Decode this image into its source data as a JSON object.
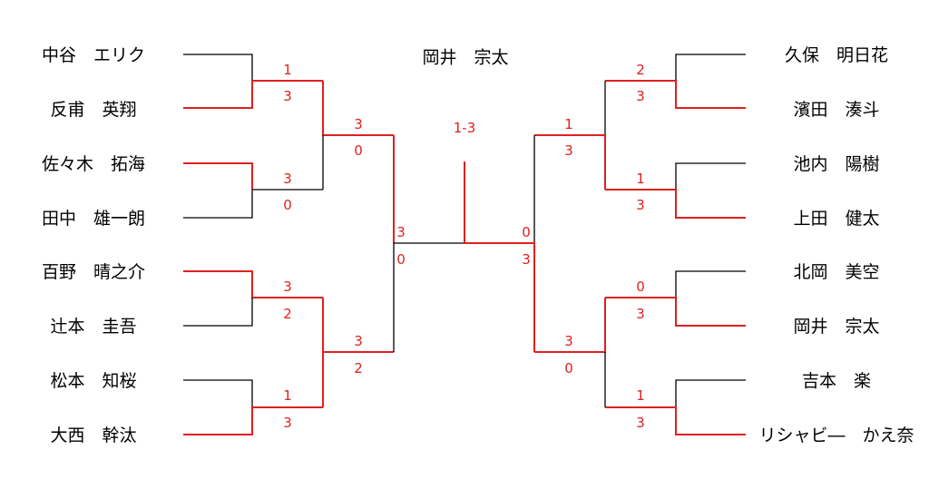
{
  "champion": "岡井　宗太",
  "final_score": "1-3",
  "players": {
    "left": [
      "中谷　エリク",
      "反甫　英翔",
      "佐々木　拓海",
      "田中　雄一朗",
      "百野　晴之介",
      "辻本　圭吾",
      "松本　知桜",
      "大西　幹汰"
    ],
    "right": [
      "久保　明日花",
      "濱田　湊斗",
      "池内　陽樹",
      "上田　健太",
      "北岡　美空",
      "岡井　宗太",
      "吉本　楽",
      "リシャビ―　かえ奈"
    ]
  },
  "scores": {
    "L_r1_1": [
      "1",
      "3"
    ],
    "L_r1_2": [
      "3",
      "0"
    ],
    "L_r1_3": [
      "3",
      "2"
    ],
    "L_r1_4": [
      "1",
      "3"
    ],
    "L_r2_1": [
      "3",
      "0"
    ],
    "L_r2_2": [
      "3",
      "2"
    ],
    "L_r3": [
      "3",
      "0"
    ],
    "R_r1_1": [
      "2",
      "3"
    ],
    "R_r1_2": [
      "1",
      "3"
    ],
    "R_r1_3": [
      "0",
      "3"
    ],
    "R_r1_4": [
      "1",
      "3"
    ],
    "R_r2_1": [
      "1",
      "3"
    ],
    "R_r2_2": [
      "3",
      "0"
    ],
    "R_r3": [
      "0",
      "3"
    ]
  },
  "colors": {
    "win": "#e02020",
    "line": "#000000"
  }
}
